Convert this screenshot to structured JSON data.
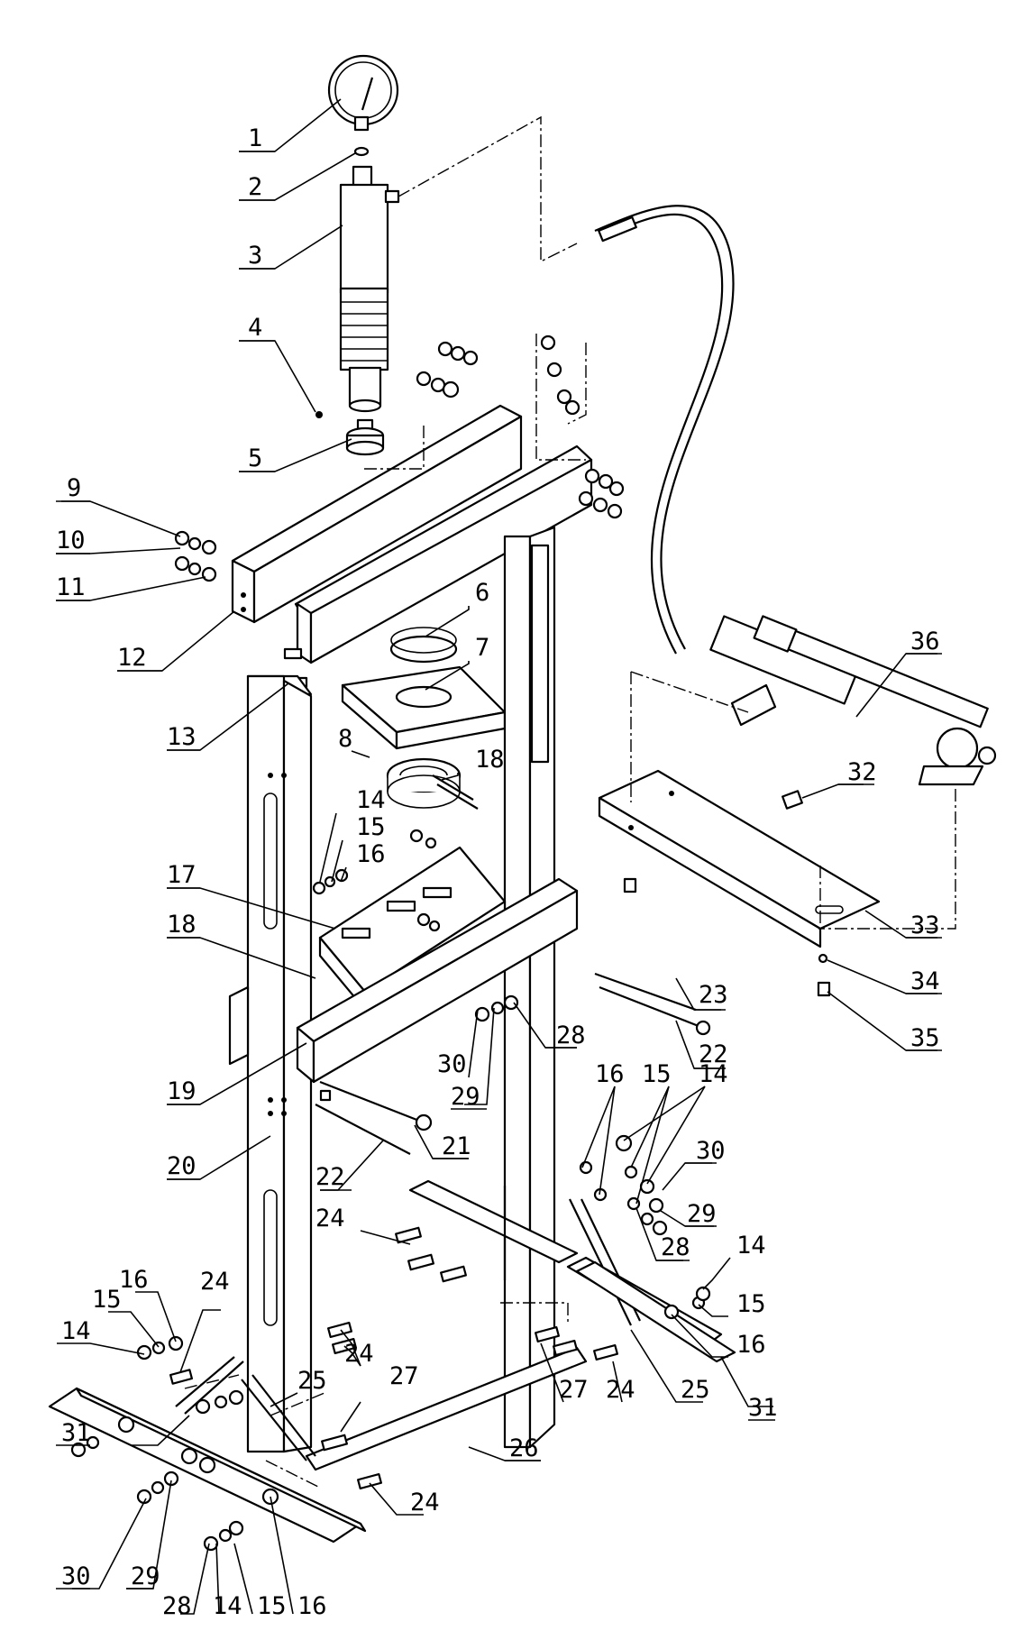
{
  "diagram": {
    "callouts": [
      {
        "id": "c1",
        "text": "1"
      },
      {
        "id": "c2",
        "text": "2"
      },
      {
        "id": "c3",
        "text": "3"
      },
      {
        "id": "c4",
        "text": "4"
      },
      {
        "id": "c5",
        "text": "5"
      },
      {
        "id": "c6",
        "text": "6"
      },
      {
        "id": "c7",
        "text": "7"
      },
      {
        "id": "c8",
        "text": "8"
      },
      {
        "id": "c9",
        "text": "9"
      },
      {
        "id": "c10",
        "text": "10"
      },
      {
        "id": "c11",
        "text": "11"
      },
      {
        "id": "c12",
        "text": "12"
      },
      {
        "id": "c13",
        "text": "13"
      },
      {
        "id": "c14",
        "text": "14"
      },
      {
        "id": "c15",
        "text": "15"
      },
      {
        "id": "c16",
        "text": "16"
      },
      {
        "id": "c17",
        "text": "17"
      },
      {
        "id": "c18a",
        "text": "18"
      },
      {
        "id": "c18b",
        "text": "18"
      },
      {
        "id": "c19",
        "text": "19"
      },
      {
        "id": "c20",
        "text": "20"
      },
      {
        "id": "c21",
        "text": "21"
      },
      {
        "id": "c22a",
        "text": "22"
      },
      {
        "id": "c22b",
        "text": "22"
      },
      {
        "id": "c23",
        "text": "23"
      },
      {
        "id": "c24a",
        "text": "24"
      },
      {
        "id": "c24b",
        "text": "24"
      },
      {
        "id": "c24c",
        "text": "24"
      },
      {
        "id": "c24d",
        "text": "24"
      },
      {
        "id": "c24e",
        "text": "24"
      },
      {
        "id": "c25a",
        "text": "25"
      },
      {
        "id": "c25b",
        "text": "25"
      },
      {
        "id": "c26",
        "text": "26"
      },
      {
        "id": "c27a",
        "text": "27"
      },
      {
        "id": "c27b",
        "text": "27"
      },
      {
        "id": "c28a",
        "text": "28"
      },
      {
        "id": "c28b",
        "text": "28"
      },
      {
        "id": "c28c",
        "text": "28"
      },
      {
        "id": "c29a",
        "text": "29"
      },
      {
        "id": "c29b",
        "text": "29"
      },
      {
        "id": "c29c",
        "text": "29"
      },
      {
        "id": "c30a",
        "text": "30"
      },
      {
        "id": "c30b",
        "text": "30"
      },
      {
        "id": "c30c",
        "text": "30"
      },
      {
        "id": "c31a",
        "text": "31"
      },
      {
        "id": "c31b",
        "text": "31"
      },
      {
        "id": "c32",
        "text": "32"
      },
      {
        "id": "c33",
        "text": "33"
      },
      {
        "id": "c34",
        "text": "34"
      },
      {
        "id": "c35",
        "text": "35"
      },
      {
        "id": "c36",
        "text": "36"
      },
      {
        "id": "c14b",
        "text": "14"
      },
      {
        "id": "c15b",
        "text": "15"
      },
      {
        "id": "c16b",
        "text": "16"
      },
      {
        "id": "c14c",
        "text": "14"
      },
      {
        "id": "c15c",
        "text": "15"
      },
      {
        "id": "c16c",
        "text": "16"
      },
      {
        "id": "c14d",
        "text": "14"
      },
      {
        "id": "c15d",
        "text": "15"
      },
      {
        "id": "c16d",
        "text": "16"
      },
      {
        "id": "c14e",
        "text": "14"
      },
      {
        "id": "c15e",
        "text": "15"
      },
      {
        "id": "c16e",
        "text": "16"
      }
    ]
  }
}
